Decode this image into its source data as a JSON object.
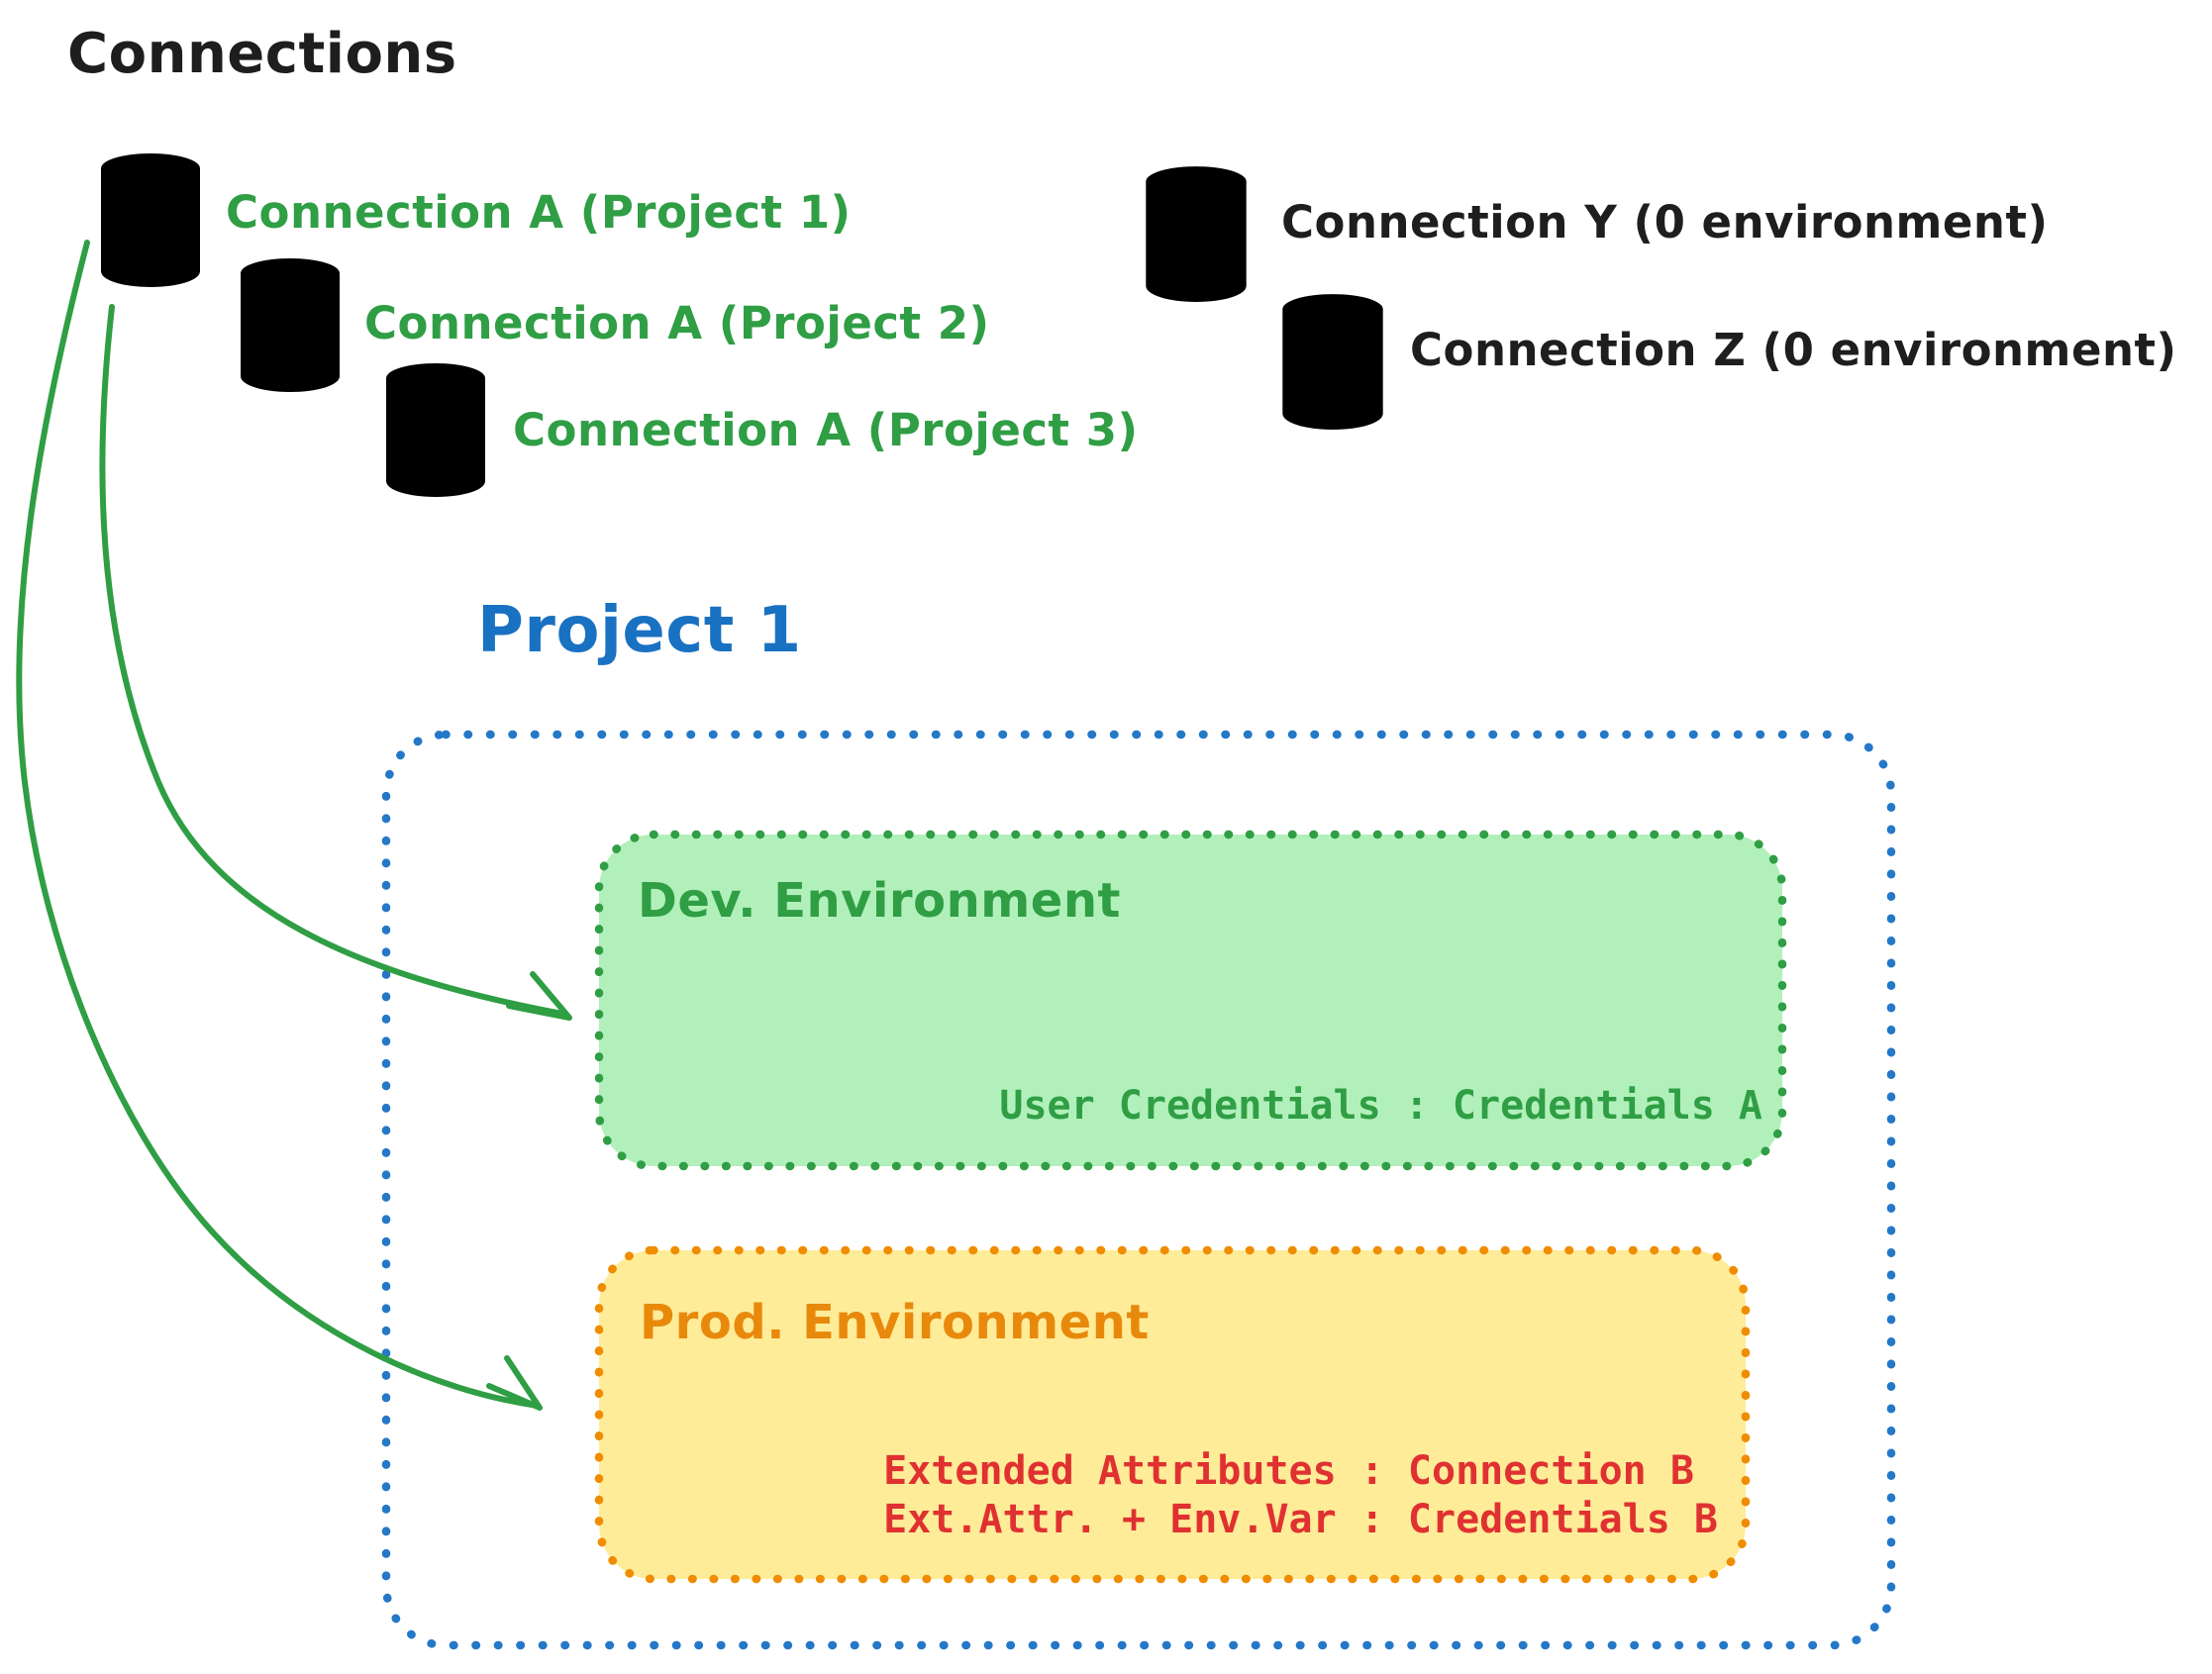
{
  "title": "Connections",
  "colors": {
    "green_stroke": "#2f9e44",
    "green_fill": "#b2f0bb",
    "gray_stroke": "#30353b",
    "gray_fill": "#d7dbe0",
    "blue": "#2478c8",
    "blue_text": "#1971c2",
    "orange_stroke": "#f08c00",
    "orange_text": "#e8890c",
    "yellow_fill": "#ffec99",
    "red_text": "#e03131",
    "black_text": "#1e1e1e"
  },
  "connections_green": [
    {
      "label": "Connection A (Project 1)",
      "icon": "database-icon"
    },
    {
      "label": "Connection A (Project 2)",
      "icon": "database-icon"
    },
    {
      "label": "Connection A (Project 3)",
      "icon": "database-icon"
    }
  ],
  "connections_gray": [
    {
      "label": "Connection Y (0 environment)",
      "icon": "database-icon"
    },
    {
      "label": "Connection Z (0 environment)",
      "icon": "database-icon"
    }
  ],
  "project": {
    "title": "Project 1",
    "dev_environment": {
      "title": "Dev. Environment",
      "mapping": "User Credentials : Credentials A"
    },
    "prod_environment": {
      "title": "Prod. Environment",
      "mappings": [
        "Extended Attributes : Connection B",
        "Ext.Attr. + Env.Var : Credentials B"
      ]
    }
  }
}
